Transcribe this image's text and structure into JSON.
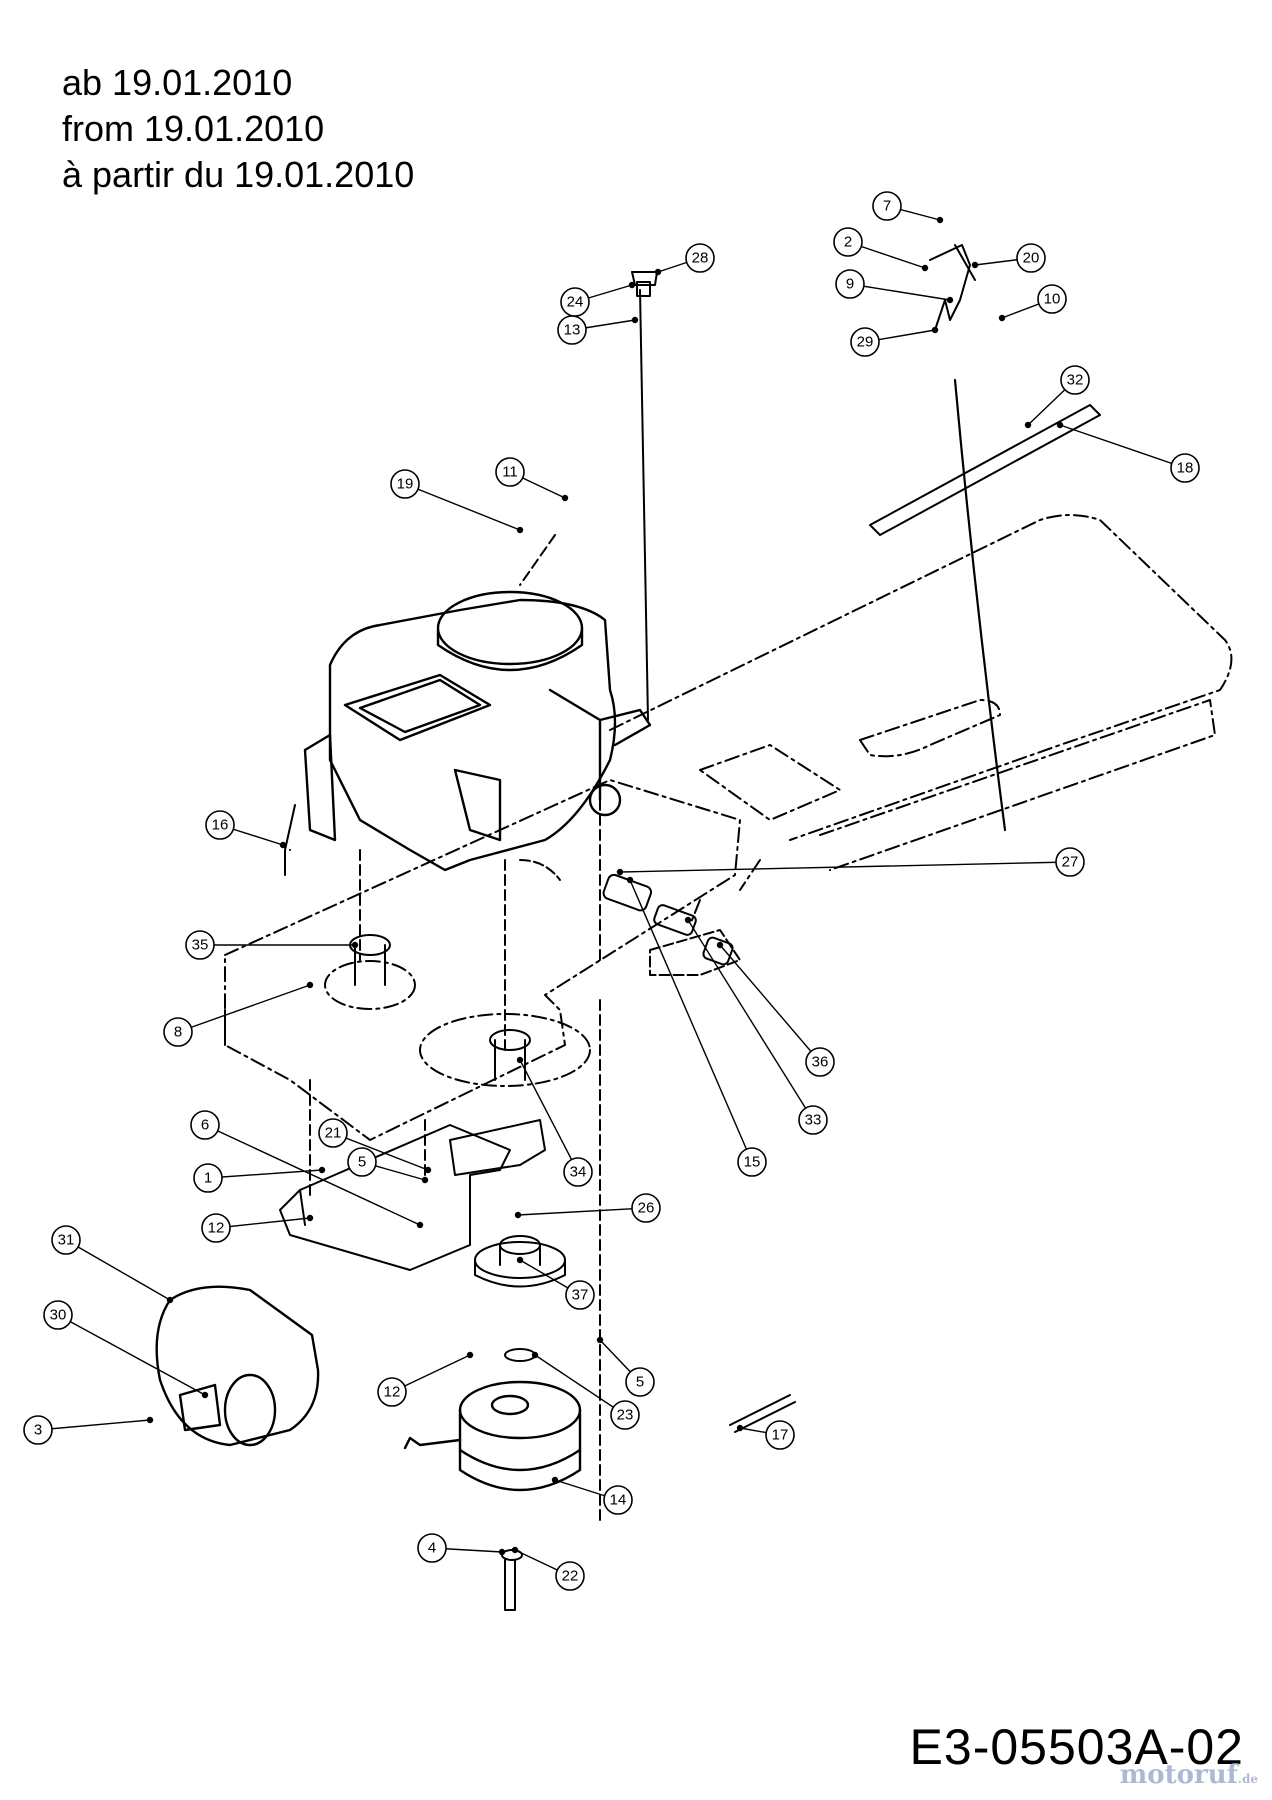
{
  "header": {
    "line_de": "ab 19.01.2010",
    "line_en": "from 19.01.2010",
    "line_fr": "à partir du 19.01.2010"
  },
  "drawing_code": "E3-05503A-02",
  "watermark": {
    "text": "motoruf",
    "suffix": ".de"
  },
  "callouts": [
    {
      "num": "1"
    },
    {
      "num": "2"
    },
    {
      "num": "3"
    },
    {
      "num": "4"
    },
    {
      "num": "5"
    },
    {
      "num": "5"
    },
    {
      "num": "6"
    },
    {
      "num": "7"
    },
    {
      "num": "8"
    },
    {
      "num": "9"
    },
    {
      "num": "10"
    },
    {
      "num": "11"
    },
    {
      "num": "12"
    },
    {
      "num": "12"
    },
    {
      "num": "13"
    },
    {
      "num": "14"
    },
    {
      "num": "15"
    },
    {
      "num": "16"
    },
    {
      "num": "17"
    },
    {
      "num": "18"
    },
    {
      "num": "19"
    },
    {
      "num": "20"
    },
    {
      "num": "21"
    },
    {
      "num": "22"
    },
    {
      "num": "23"
    },
    {
      "num": "24"
    },
    {
      "num": "26"
    },
    {
      "num": "27"
    },
    {
      "num": "28"
    },
    {
      "num": "29"
    },
    {
      "num": "30"
    },
    {
      "num": "31"
    },
    {
      "num": "32"
    },
    {
      "num": "33"
    },
    {
      "num": "34"
    },
    {
      "num": "35"
    },
    {
      "num": "36"
    },
    {
      "num": "37"
    }
  ]
}
